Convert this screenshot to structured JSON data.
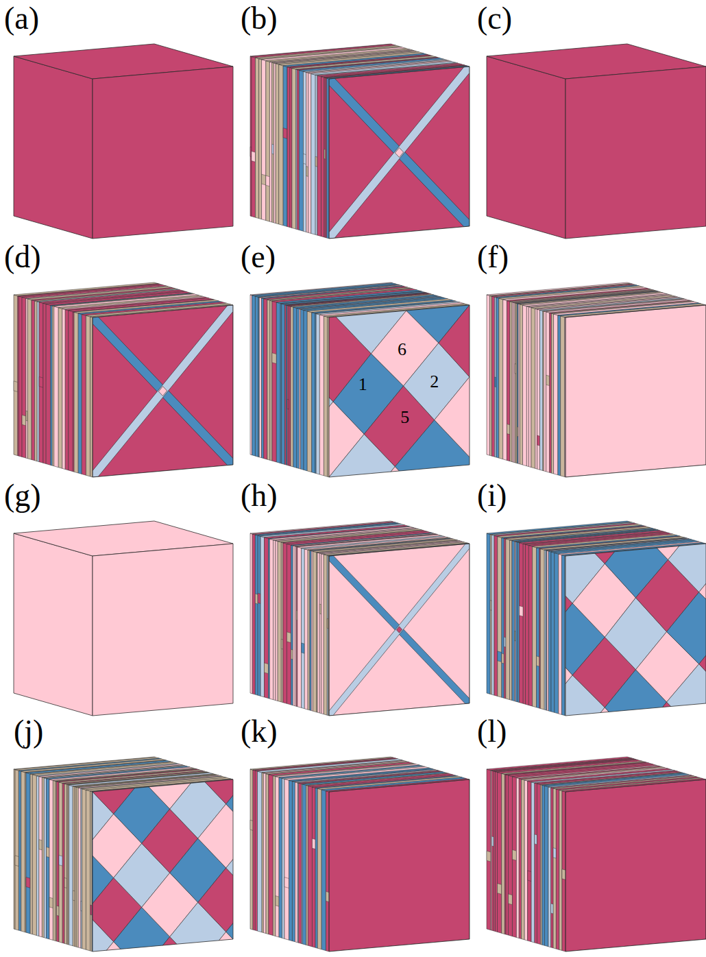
{
  "diagram": {
    "labels": [
      "(a)",
      "(b)",
      "(c)",
      "(d)",
      "(e)",
      "6",
      "1",
      "2",
      "5",
      "(f)",
      "(g)",
      "(h)",
      "(i)",
      "(j)",
      "(k)",
      "(l)"
    ]
  }
}
